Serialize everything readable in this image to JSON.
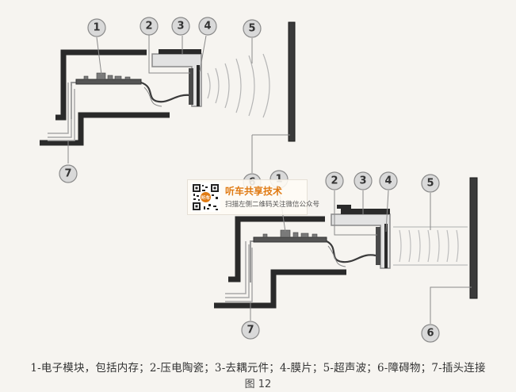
{
  "callouts": {
    "top": [
      "1",
      "2",
      "3",
      "4",
      "5",
      "6",
      "7"
    ],
    "bottom": [
      "1",
      "2",
      "3",
      "4",
      "5",
      "6",
      "7"
    ]
  },
  "caption": "1-电子模块，包括内存；2-压电陶瓷；3-去耦元件；4-膜片；5-超声波；6-障碍物；7-插头连接",
  "figure_label": "图 12",
  "watermark": {
    "title": "听车共享技术",
    "subtitle": "扫描左侧二维码关注微信公众号",
    "logo_text": "听车"
  },
  "colors": {
    "housing": "#2a2a2a",
    "callout_fill": "#d9d9d9",
    "accent": "#e07a12"
  }
}
